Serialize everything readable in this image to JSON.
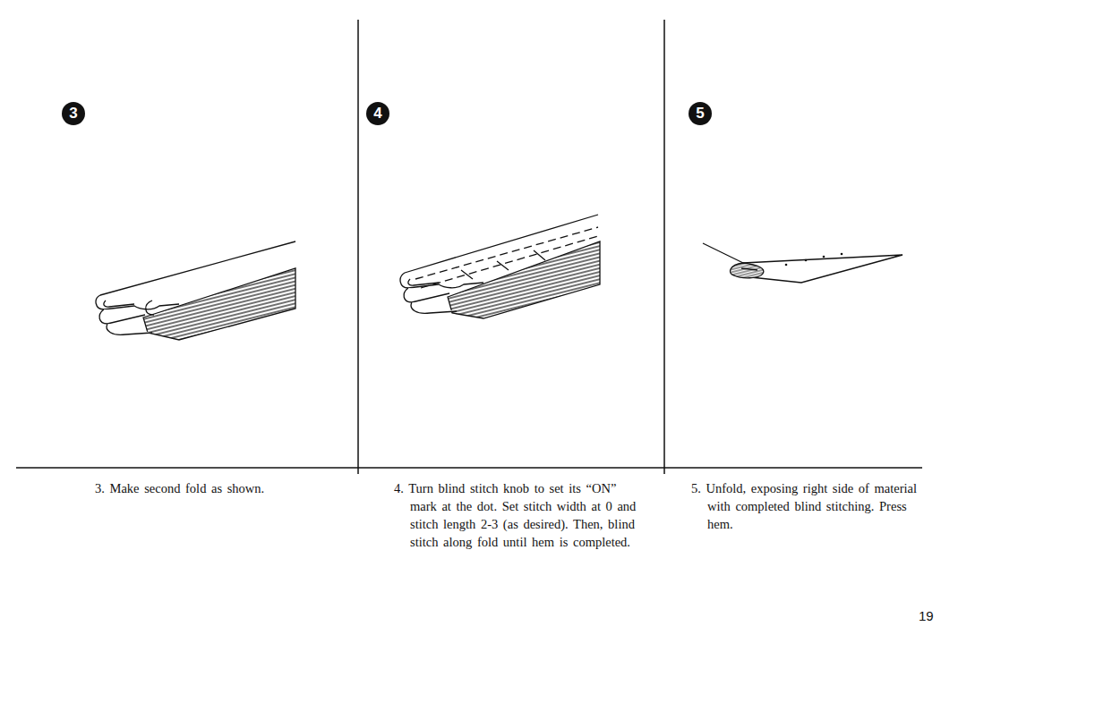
{
  "diagram": {
    "labels": [
      "3",
      "4",
      "5",
      "3. Make second fold as shown.",
      "4. Turn blind stitch knob to set its “ON” mark at the dot. Set stitch width at 0 and stitch length 2-3 (as desired). Then, blind stitch along fold until hem is completed.",
      "5. Unfold, exposing right side of material with completed blind stitching. Press hem.",
      "19"
    ]
  }
}
